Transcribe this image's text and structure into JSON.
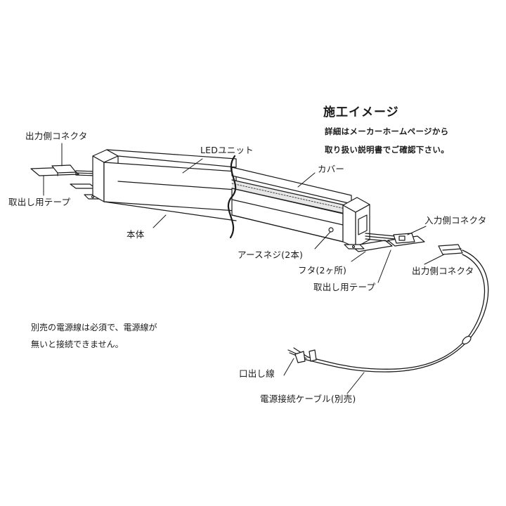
{
  "heading": {
    "title": "施工イメージ",
    "line1": "詳細はメーカーホームページから",
    "line2": "取り扱い説明書でご確認下さい。"
  },
  "labels": {
    "output_connector_left": "出力側コネクタ",
    "tape_left": "取出し用テープ",
    "led_unit": "LEDユニット",
    "cover": "カバー",
    "body": "本体",
    "earth_screw": "アースネジ(2本)",
    "lid": "フタ(2ヶ所)",
    "tape_right": "取出し用テープ",
    "input_connector": "入力側コネクタ",
    "output_connector_right": "出力側コネクタ",
    "lead_wire": "口出し線",
    "power_cable": "電源接続ケーブル(別売)"
  },
  "note": {
    "line1": "別売の電源線は必須で、電源線が",
    "line2": "無いと接続できません。"
  },
  "colors": {
    "ink": "#1a1a1a",
    "fixture_fill": "#ffffff",
    "led_strip": "#d8d8d8"
  }
}
